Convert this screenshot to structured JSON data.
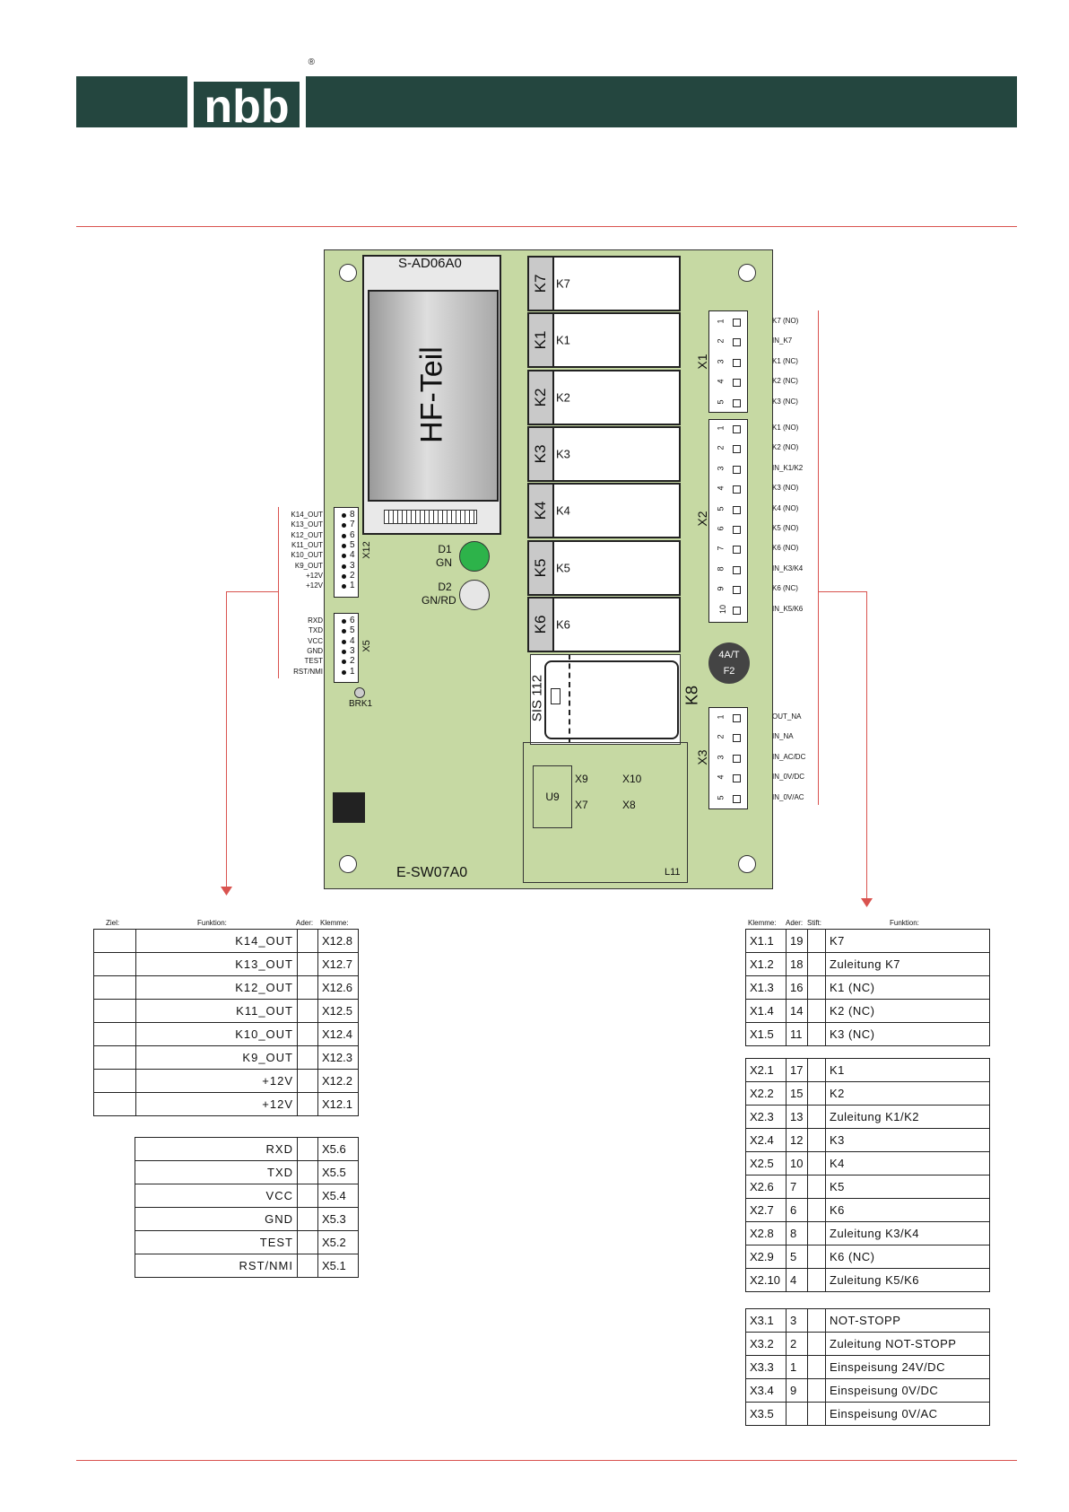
{
  "logo": {
    "text": "nbb",
    "reg": "®"
  },
  "board": {
    "module_label": "S-AD06A0",
    "hf_label": "HF-Teil",
    "board_id": "E-SW07A0",
    "relays": [
      {
        "tab": "K7",
        "label": "K7"
      },
      {
        "tab": "K1",
        "label": "K1"
      },
      {
        "tab": "K2",
        "label": "K2"
      },
      {
        "tab": "K3",
        "label": "K3"
      },
      {
        "tab": "K4",
        "label": "K4"
      },
      {
        "tab": "K5",
        "label": "K5"
      },
      {
        "tab": "K6",
        "label": "K6"
      }
    ],
    "led_d1": {
      "name": "D1",
      "color_name": "GN",
      "color": "#2db34a"
    },
    "led_d2": {
      "name": "D2",
      "color_name": "GN/RD",
      "color": "#e6e6e6"
    },
    "fuse": {
      "line1": "4A/T",
      "line2": "F2"
    },
    "sis_label": "SIS 112",
    "k8_label": "K8",
    "brk_label": "BRK1",
    "u9_label": "U9",
    "l11_label": "L11",
    "x9": "X9",
    "x10": "X10",
    "x7": "X7",
    "x8": "X8",
    "x1_name": "X1",
    "x2_name": "X2",
    "x3_name": "X3",
    "x12_name": "X12",
    "x5_name": "X5",
    "x1_pins": [
      "K7 (NO)",
      "IN_K7",
      "K1 (NC)",
      "K2 (NC)",
      "K3 (NC)"
    ],
    "x2_pins": [
      "K1 (NO)",
      "K2 (NO)",
      "IN_K1/K2",
      "K3 (NO)",
      "K4 (NO)",
      "K5 (NO)",
      "K6 (NO)",
      "IN_K3/K4",
      "K6 (NC)",
      "IN_K5/K6"
    ],
    "x3_pins": [
      "OUT_NA",
      "IN_NA",
      "IN_AC/DC",
      "IN_0V/DC",
      "IN_0V/AC"
    ],
    "x12_pins": [
      "K14_OUT",
      "K13_OUT",
      "K12_OUT",
      "K11_OUT",
      "K10_OUT",
      "K9_OUT",
      "+12V",
      "+12V"
    ],
    "x12_nums": [
      "8",
      "7",
      "6",
      "5",
      "4",
      "3",
      "2",
      "1"
    ],
    "x5_pins": [
      "RXD",
      "TXD",
      "VCC",
      "GND",
      "TEST",
      "RST/NMI"
    ],
    "x5_nums": [
      "6",
      "5",
      "4",
      "3",
      "2",
      "1"
    ]
  },
  "left_table": {
    "headers": {
      "ziel": "Ziel:",
      "funktion": "Funktion:",
      "ader": "Ader:",
      "klemme": "Klemme:"
    },
    "group1": [
      {
        "funktion": "K14_OUT",
        "klemme": "X12.8"
      },
      {
        "funktion": "K13_OUT",
        "klemme": "X12.7"
      },
      {
        "funktion": "K12_OUT",
        "klemme": "X12.6"
      },
      {
        "funktion": "K11_OUT",
        "klemme": "X12.5"
      },
      {
        "funktion": "K10_OUT",
        "klemme": "X12.4"
      },
      {
        "funktion": "K9_OUT",
        "klemme": "X12.3"
      },
      {
        "funktion": "+12V",
        "klemme": "X12.2"
      },
      {
        "funktion": "+12V",
        "klemme": "X12.1"
      }
    ],
    "group2": [
      {
        "funktion": "RXD",
        "klemme": "X5.6"
      },
      {
        "funktion": "TXD",
        "klemme": "X5.5"
      },
      {
        "funktion": "VCC",
        "klemme": "X5.4"
      },
      {
        "funktion": "GND",
        "klemme": "X5.3"
      },
      {
        "funktion": "TEST",
        "klemme": "X5.2"
      },
      {
        "funktion": "RST/NMI",
        "klemme": "X5.1"
      }
    ]
  },
  "right_table": {
    "headers": {
      "klemme": "Klemme:",
      "ader": "Ader:",
      "stift": "Stift:",
      "funktion": "Funktion:"
    },
    "group1": [
      {
        "klemme": "X1.1",
        "ader": "19",
        "funktion": "K7"
      },
      {
        "klemme": "X1.2",
        "ader": "18",
        "funktion": "Zuleitung K7"
      },
      {
        "klemme": "X1.3",
        "ader": "16",
        "funktion": "K1 (NC)"
      },
      {
        "klemme": "X1.4",
        "ader": "14",
        "funktion": "K2 (NC)"
      },
      {
        "klemme": "X1.5",
        "ader": "11",
        "funktion": "K3 (NC)"
      }
    ],
    "group2": [
      {
        "klemme": "X2.1",
        "ader": "17",
        "funktion": "K1"
      },
      {
        "klemme": "X2.2",
        "ader": "15",
        "funktion": "K2"
      },
      {
        "klemme": "X2.3",
        "ader": "13",
        "funktion": "Zuleitung K1/K2"
      },
      {
        "klemme": "X2.4",
        "ader": "12",
        "funktion": "K3"
      },
      {
        "klemme": "X2.5",
        "ader": "10",
        "funktion": "K4"
      },
      {
        "klemme": "X2.6",
        "ader": "7",
        "funktion": "K5"
      },
      {
        "klemme": "X2.7",
        "ader": "6",
        "funktion": "K6"
      },
      {
        "klemme": "X2.8",
        "ader": "8",
        "funktion": "Zuleitung K3/K4"
      },
      {
        "klemme": "X2.9",
        "ader": "5",
        "funktion": "K6 (NC)"
      },
      {
        "klemme": "X2.10",
        "ader": "4",
        "funktion": "Zuleitung K5/K6"
      }
    ],
    "group3": [
      {
        "klemme": "X3.1",
        "ader": "3",
        "funktion": "NOT-STOPP"
      },
      {
        "klemme": "X3.2",
        "ader": "2",
        "funktion": "Zuleitung NOT-STOPP"
      },
      {
        "klemme": "X3.3",
        "ader": "1",
        "funktion": "Einspeisung 24V/DC"
      },
      {
        "klemme": "X3.4",
        "ader": "9",
        "funktion": "Einspeisung 0V/DC"
      },
      {
        "klemme": "X3.5",
        "ader": "",
        "funktion": "Einspeisung 0V/AC"
      }
    ]
  }
}
